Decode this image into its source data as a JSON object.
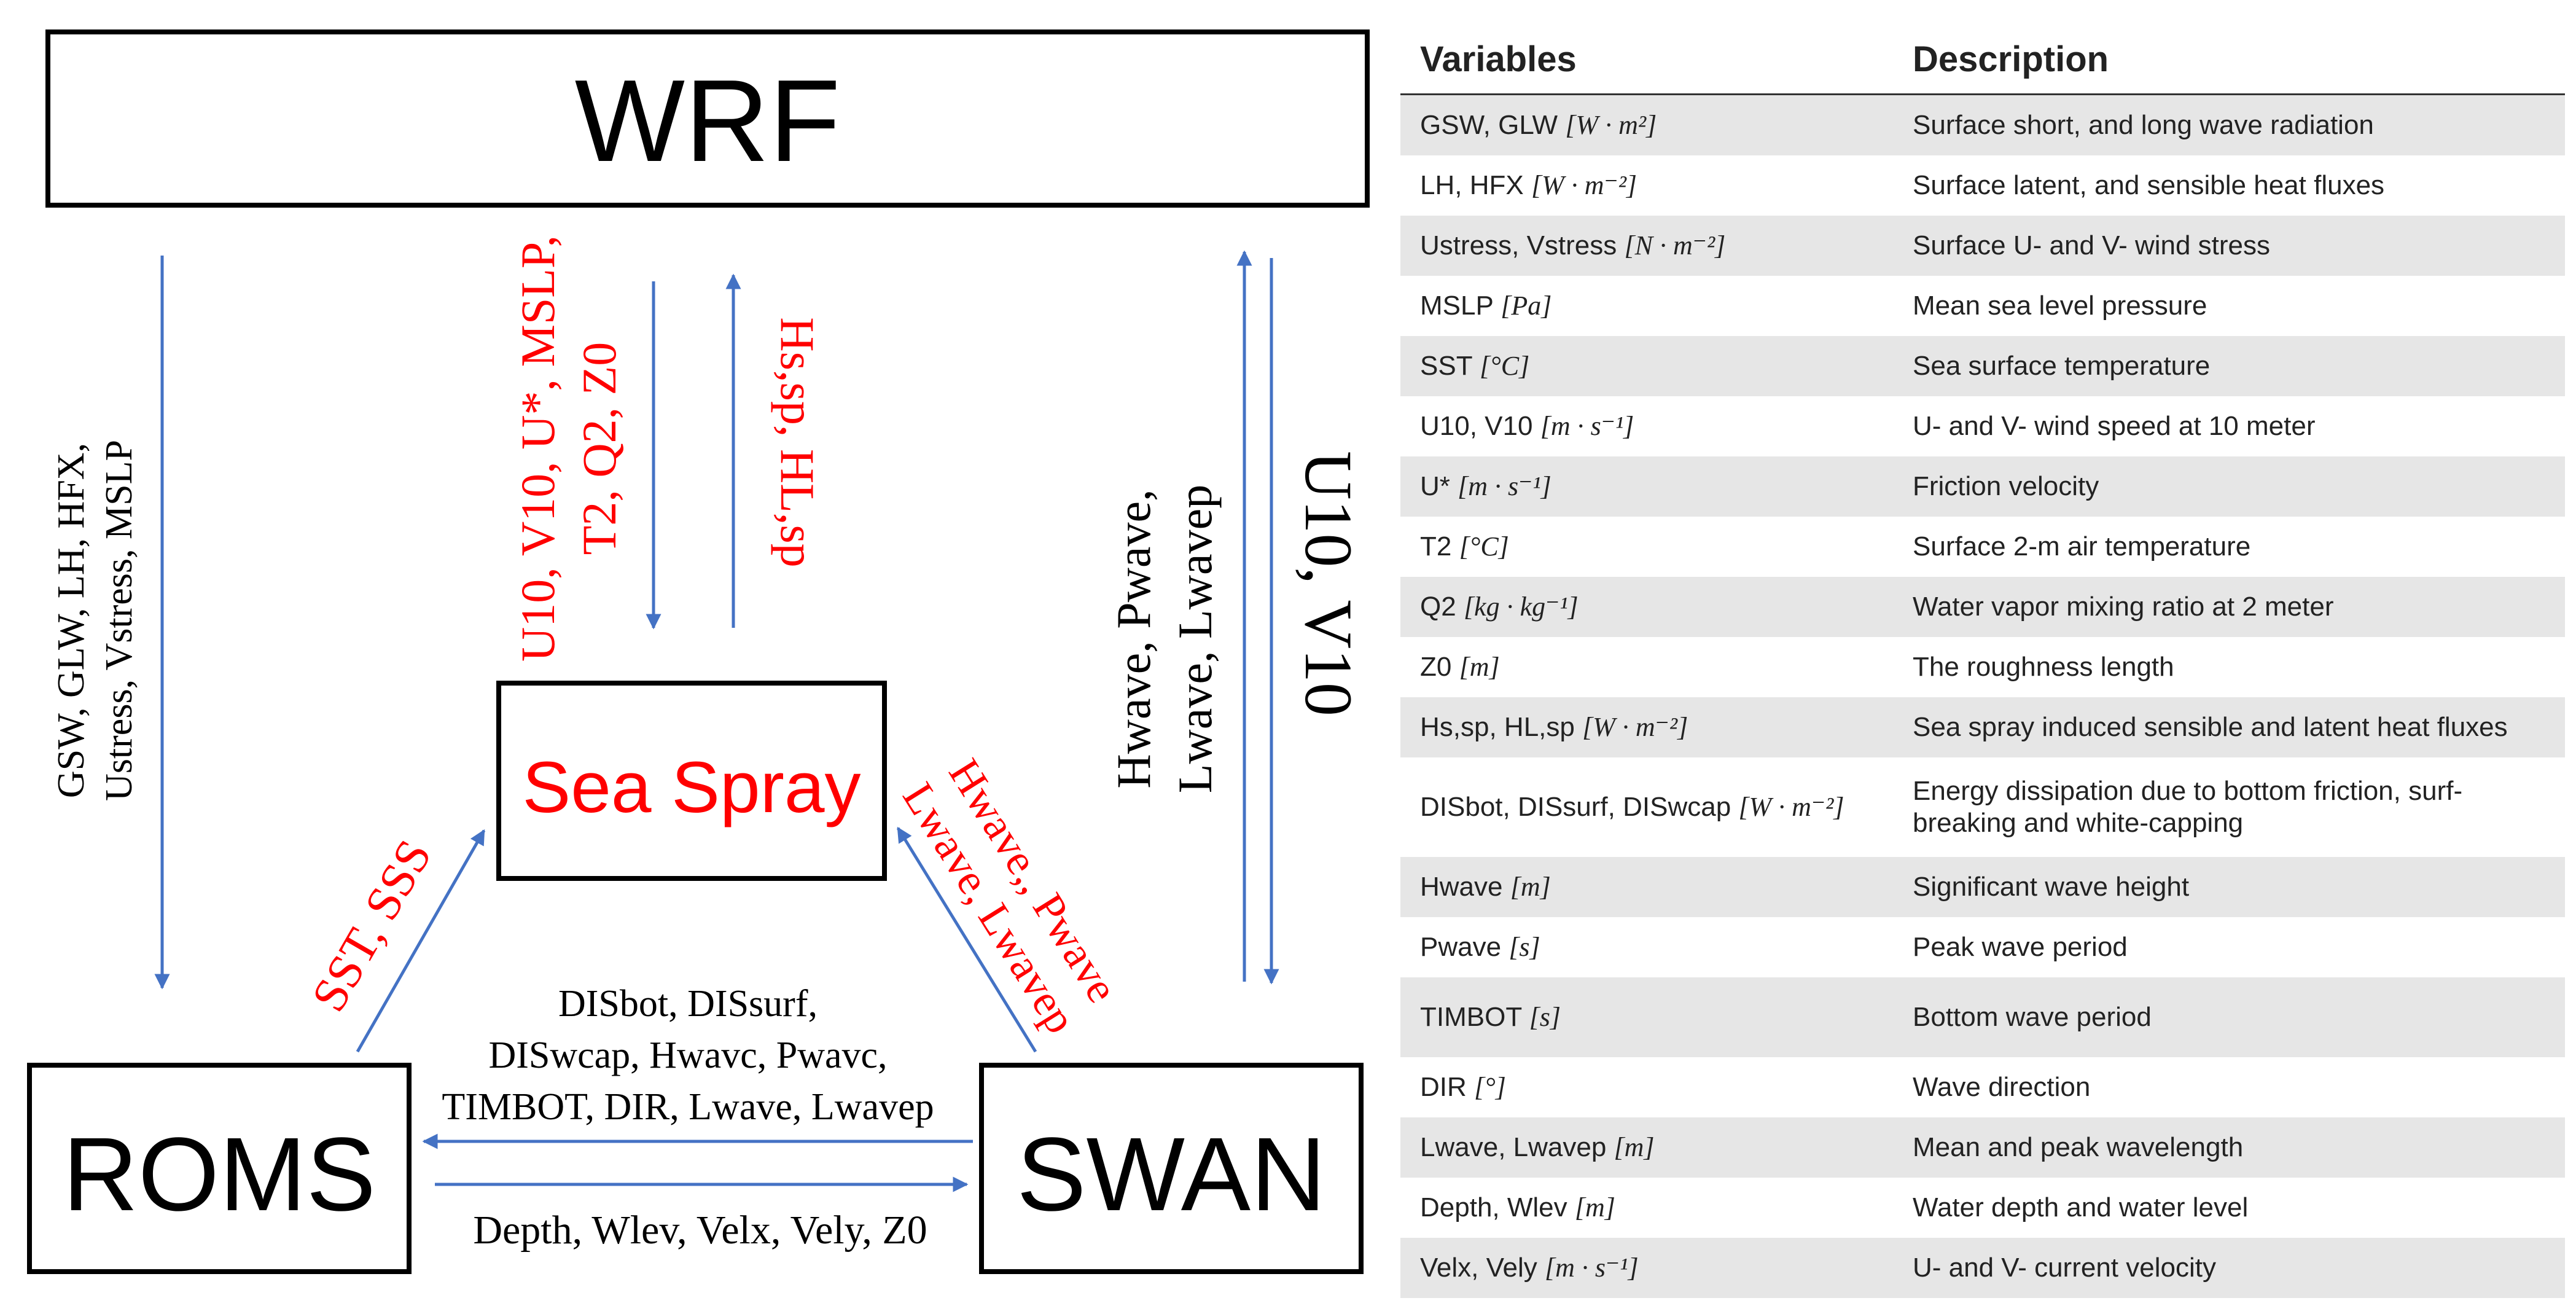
{
  "boxes": {
    "wrf": "WRF",
    "sea_spray": "Sea Spray",
    "roms": "ROMS",
    "swan": "SWAN"
  },
  "labels": {
    "wrf_to_roms": [
      "GSW, GLW, LH, HFX,",
      "Ustress, Vstress, MSLP"
    ],
    "wrf_to_spray": [
      "U10, V10, U*, MSLP,",
      "T2, Q2, Z0"
    ],
    "spray_to_wrf": "Hs,sp, HL,sp",
    "swan_to_wrf": [
      "Hwave, Pwave,",
      "Lwave, Lwavep"
    ],
    "wrf_to_swan": "U10, V10",
    "roms_to_spray": "SST, SSS",
    "swan_to_spray": [
      "Hwave,, Pwave",
      "Lwave, Lwavep"
    ],
    "swan_to_roms": [
      "DISbot, DISsurf,",
      "DISwcap, Hwavc, Pwavc,",
      "TIMBOT, DIR, Lwave, Lwavep"
    ],
    "roms_to_swan": "Depth, Wlev, Velx, Vely, Z0"
  },
  "colors": {
    "arrow": "#4472c4",
    "red_text": "#ff0000",
    "row_shade": "#e6e6e6"
  },
  "table": {
    "headers": {
      "variables": "Variables",
      "description": "Description"
    },
    "rows": [
      {
        "var": "GSW, GLW",
        "unit": "[W · m²]",
        "desc": "Surface short, and long wave radiation"
      },
      {
        "var": "LH, HFX",
        "unit": "[W · m⁻²]",
        "desc": "Surface latent, and sensible heat fluxes"
      },
      {
        "var": "Ustress, Vstress",
        "unit": "[N · m⁻²]",
        "desc": "Surface U- and V- wind stress"
      },
      {
        "var": "MSLP",
        "unit": "[Pa]",
        "desc": "Mean sea level pressure"
      },
      {
        "var": "SST",
        "unit": "[°C]",
        "desc": "Sea surface temperature"
      },
      {
        "var": "U10, V10",
        "unit": "[m · s⁻¹]",
        "desc": "U- and V- wind speed at 10 meter"
      },
      {
        "var": "U*",
        "unit": "[m · s⁻¹]",
        "desc": "Friction velocity"
      },
      {
        "var": "T2",
        "unit": "[°C]",
        "desc": "Surface 2-m air temperature"
      },
      {
        "var": "Q2",
        "unit": "[kg · kg⁻¹]",
        "desc": "Water vapor mixing ratio at 2 meter"
      },
      {
        "var": "Z0",
        "unit": "[m]",
        "desc": "The roughness length"
      },
      {
        "var": "Hs,sp, HL,sp",
        "unit": "[W · m⁻²]",
        "desc": "Sea spray induced sensible and latent heat fluxes"
      },
      {
        "var": "DISbot, DISsurf, DISwcap",
        "unit": "[W · m⁻²]",
        "desc": "Energy dissipation due to bottom friction, surf-breaking and white-capping"
      },
      {
        "var": "Hwave",
        "unit": "[m]",
        "desc": "Significant wave height"
      },
      {
        "var": "Pwave",
        "unit": "[s]",
        "desc": "Peak wave period"
      },
      {
        "var": "TIMBOT",
        "unit": "[s]",
        "desc": "Bottom wave period"
      },
      {
        "var": "DIR",
        "unit": "[°]",
        "desc": "Wave direction"
      },
      {
        "var": "Lwave, Lwavep",
        "unit": "[m]",
        "desc": "Mean and peak wavelength"
      },
      {
        "var": "Depth, Wlev",
        "unit": "[m]",
        "desc": "Water depth and water level"
      },
      {
        "var": "Velx, Vely",
        "unit": "[m · s⁻¹]",
        "desc": "U- and V- current velocity"
      }
    ]
  }
}
